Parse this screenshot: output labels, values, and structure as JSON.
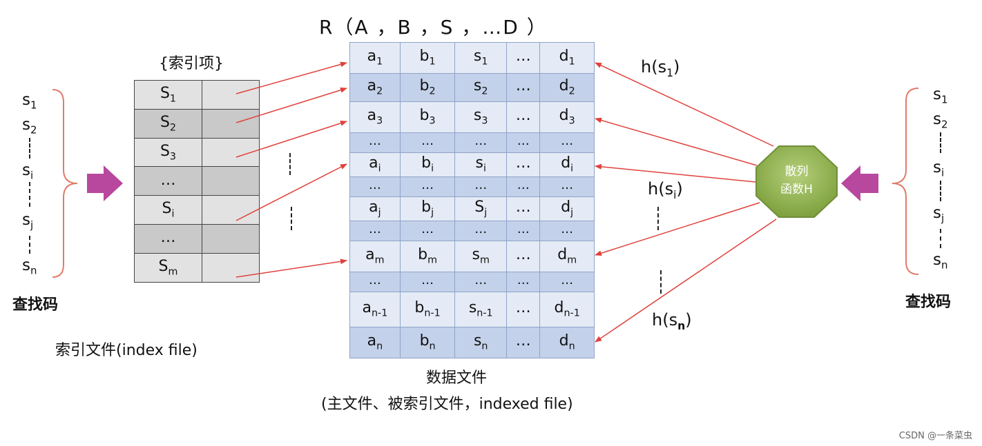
{
  "relation_title": "R（A ，B ，S ，…D ）",
  "index_header": "{索引项}",
  "left_codes": [
    "s",
    "s",
    "s",
    "s",
    "s"
  ],
  "left_code_subs": [
    "1",
    "2",
    "i",
    "j",
    "n"
  ],
  "right_codes": [
    "s",
    "s",
    "s",
    "s",
    "s"
  ],
  "right_code_subs": [
    "1",
    "2",
    "i",
    "j",
    "n"
  ],
  "left_caption": "查找码",
  "right_caption": "查找码",
  "index_rows": [
    {
      "base": "S",
      "sub": "1"
    },
    {
      "base": "S",
      "sub": "2"
    },
    {
      "base": "S",
      "sub": "3"
    },
    {
      "base": "…",
      "sub": ""
    },
    {
      "base": "S",
      "sub": "i"
    },
    {
      "base": "…",
      "sub": ""
    },
    {
      "base": "S",
      "sub": "m"
    }
  ],
  "index_caption": "索引文件(index file)",
  "data_rows": [
    [
      {
        "b": "a",
        "s": "1"
      },
      {
        "b": "b",
        "s": "1"
      },
      {
        "b": "s",
        "s": "1"
      },
      {
        "b": "…",
        "s": ""
      },
      {
        "b": "d",
        "s": "1"
      }
    ],
    [
      {
        "b": "a",
        "s": "2"
      },
      {
        "b": "b",
        "s": "2"
      },
      {
        "b": "s",
        "s": "2"
      },
      {
        "b": "…",
        "s": ""
      },
      {
        "b": "d",
        "s": "2"
      }
    ],
    [
      {
        "b": "a",
        "s": "3"
      },
      {
        "b": "b",
        "s": "3"
      },
      {
        "b": "s",
        "s": "3"
      },
      {
        "b": "…",
        "s": ""
      },
      {
        "b": "d",
        "s": "3"
      }
    ],
    [
      {
        "b": "…",
        "s": ""
      },
      {
        "b": "…",
        "s": ""
      },
      {
        "b": "…",
        "s": ""
      },
      {
        "b": "…",
        "s": ""
      },
      {
        "b": "…",
        "s": ""
      }
    ],
    [
      {
        "b": "a",
        "s": "i"
      },
      {
        "b": "b",
        "s": "i"
      },
      {
        "b": "s",
        "s": "i"
      },
      {
        "b": "…",
        "s": ""
      },
      {
        "b": "d",
        "s": "i"
      }
    ],
    [
      {
        "b": "…",
        "s": ""
      },
      {
        "b": "…",
        "s": ""
      },
      {
        "b": "…",
        "s": ""
      },
      {
        "b": "…",
        "s": ""
      },
      {
        "b": "…",
        "s": ""
      }
    ],
    [
      {
        "b": "a",
        "s": "j"
      },
      {
        "b": "b",
        "s": "j"
      },
      {
        "b": "S",
        "s": "j"
      },
      {
        "b": "…",
        "s": ""
      },
      {
        "b": "d",
        "s": "j"
      }
    ],
    [
      {
        "b": "…",
        "s": ""
      },
      {
        "b": "…",
        "s": ""
      },
      {
        "b": "…",
        "s": ""
      },
      {
        "b": "…",
        "s": ""
      },
      {
        "b": "…",
        "s": ""
      }
    ],
    [
      {
        "b": "a",
        "s": "m"
      },
      {
        "b": "b",
        "s": "m"
      },
      {
        "b": "s",
        "s": "m"
      },
      {
        "b": "…",
        "s": ""
      },
      {
        "b": "d",
        "s": "m"
      }
    ],
    [
      {
        "b": "…",
        "s": ""
      },
      {
        "b": "…",
        "s": ""
      },
      {
        "b": "…",
        "s": ""
      },
      {
        "b": "…",
        "s": ""
      },
      {
        "b": "…",
        "s": ""
      }
    ],
    [
      {
        "b": "a",
        "s": "n-1"
      },
      {
        "b": "b",
        "s": "n-1"
      },
      {
        "b": "s",
        "s": "n-1"
      },
      {
        "b": "…",
        "s": ""
      },
      {
        "b": "d",
        "s": "n-1"
      }
    ],
    [
      {
        "b": "a",
        "s": "n"
      },
      {
        "b": "b",
        "s": "n"
      },
      {
        "b": "s",
        "s": "n"
      },
      {
        "b": "…",
        "s": ""
      },
      {
        "b": "d",
        "s": "n"
      }
    ]
  ],
  "data_caption_1": "数据文件",
  "data_caption_2": "(主文件、被索引文件，indexed file)",
  "hash_line1": "散列",
  "hash_line2": "函数H",
  "hash_labels": [
    {
      "pre": "h(s",
      "sub": "1",
      "post": ")"
    },
    {
      "pre": "h(s",
      "sub": "i",
      "post": ")"
    },
    {
      "pre": "h(s",
      "sub": "n",
      "post": ")"
    }
  ],
  "watermark": "CSDN @一条菜虫",
  "colors": {
    "arrow": "#e0403c",
    "hash_fill": "#8fb04c",
    "block_arrow": "#b8479e",
    "brace": "#e07b6a",
    "data_light": "#e4ebf6",
    "data_dark": "#c3d1ea",
    "index_light": "#e2e2e2",
    "index_dark": "#c9c9c9"
  }
}
